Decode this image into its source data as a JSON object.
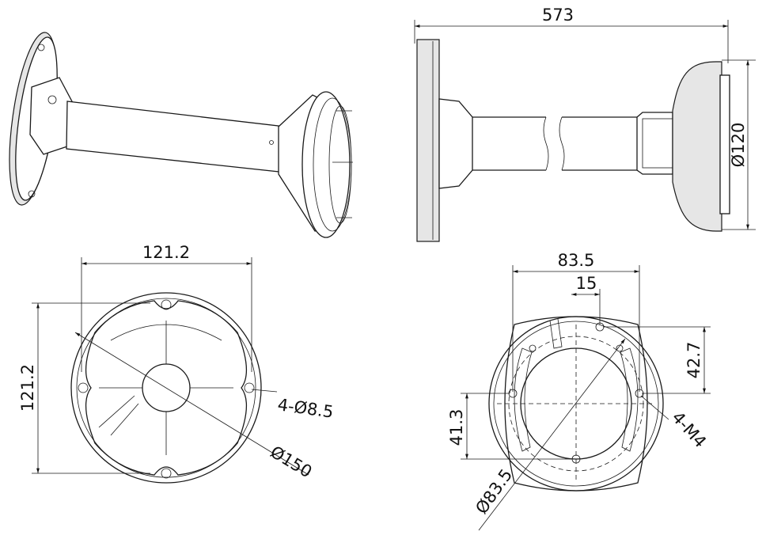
{
  "title": "Wall mount bracket dimension drawing",
  "side_view": {
    "length": "573",
    "head_diameter": "Ø120"
  },
  "base_plate": {
    "hole_spacing_h": "121.2",
    "hole_spacing_v": "121.2",
    "holes": "4-Ø8.5",
    "diameter": "Ø150"
  },
  "end_plate": {
    "hole_spacing": "83.5",
    "offset": "15",
    "height_upper": "42.7",
    "height_lower": "41.3",
    "circle_diameter": "Ø83.5",
    "threads": "4-M4"
  }
}
